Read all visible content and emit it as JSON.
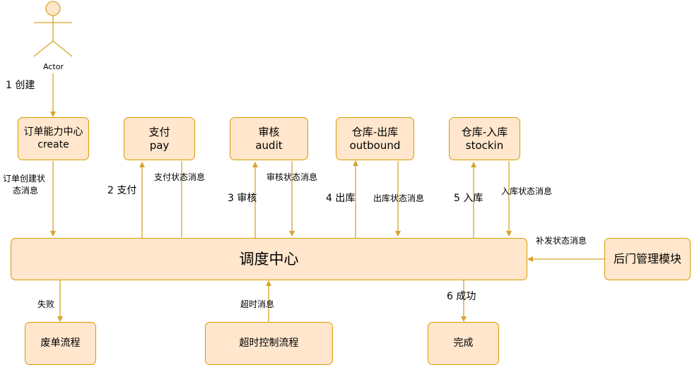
{
  "actor": {
    "label": "Actor"
  },
  "nodes": {
    "order": {
      "line1": "订单能力中心",
      "line2": "create"
    },
    "pay": {
      "line1": "支付",
      "line2": "pay"
    },
    "audit": {
      "line1": "审核",
      "line2": "audit"
    },
    "outbound": {
      "line1": "仓库-出库",
      "line2": "outbound"
    },
    "stockin": {
      "line1": "仓库-入库",
      "line2": "stockin"
    },
    "dispatch": {
      "label": "调度中心"
    },
    "backdoor": {
      "label": "后门管理模块"
    },
    "scrap": {
      "label": "废单流程"
    },
    "timeout": {
      "label": "超时控制流程"
    },
    "done": {
      "label": "完成"
    }
  },
  "edges": {
    "create": "1 创建",
    "order_status_1": "订单创建状",
    "order_status_2": "态消息",
    "pay": "2 支付",
    "pay_status": "支付状态消息",
    "audit": "3 审核",
    "audit_status": "审核状态消息",
    "outbound": "4 出库",
    "outbound_status": "出库状态消息",
    "stockin": "5 入库",
    "stockin_status": "入库状态消息",
    "replenish_status": "补发状态消息",
    "fail": "失败",
    "timeout_msg": "超时消息",
    "success": "6 成功"
  },
  "colors": {
    "box_fill": "#ffe6cc",
    "box_stroke": "#d79b00",
    "line": "#d6a52a",
    "actor_fill": "#ffe6cc",
    "actor_stroke": "#d6a52a"
  }
}
